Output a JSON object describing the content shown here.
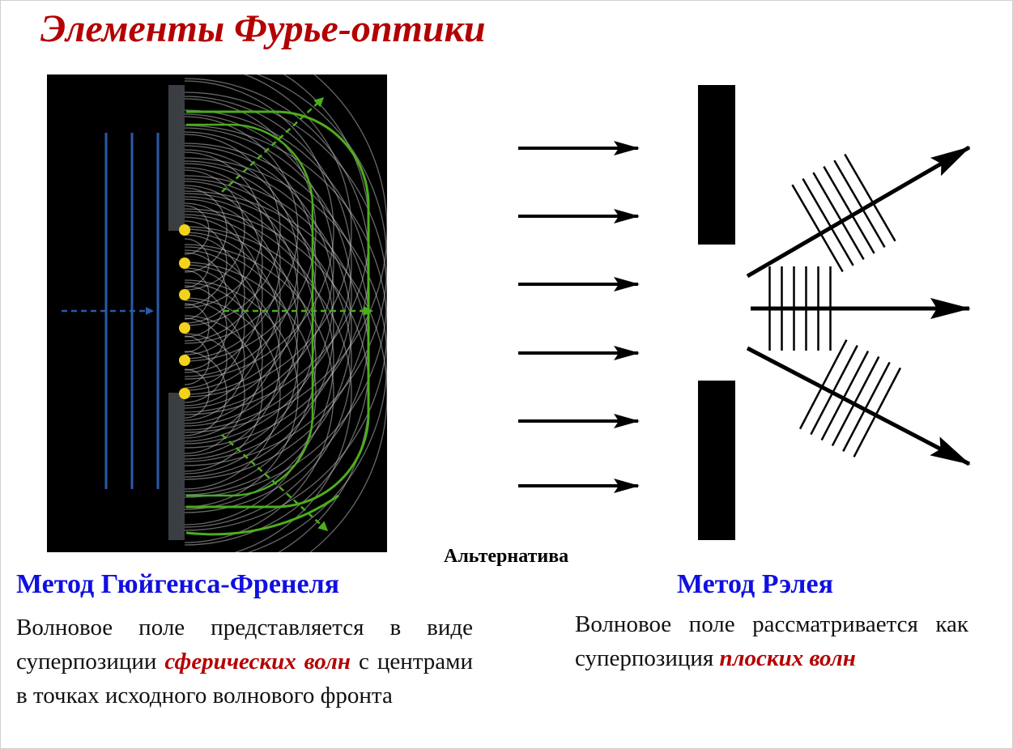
{
  "title": "Элементы Фурье-оптики",
  "alternative_label": "Альтернатива",
  "left": {
    "heading": "Метод Гюйгенса-Френеля",
    "desc_before": "Волновое поле представляется в виде суперпозиции ",
    "desc_emphasis": "сферических волн",
    "desc_after": " с центрами в точках исходного волнового фронта"
  },
  "right": {
    "heading": "Метод Рэлея",
    "desc_before": "Волновое поле рассматривается как суперпозиция ",
    "desc_emphasis": "плоских волн"
  },
  "colors": {
    "title": "#b40000",
    "heading": "#1010e0",
    "emphasis": "#b40000",
    "incident_wave": "#2a5aa8",
    "source_dot": "#f2d21b",
    "envelope": "#4cae1c",
    "wavelet": "#bdbdbd"
  }
}
